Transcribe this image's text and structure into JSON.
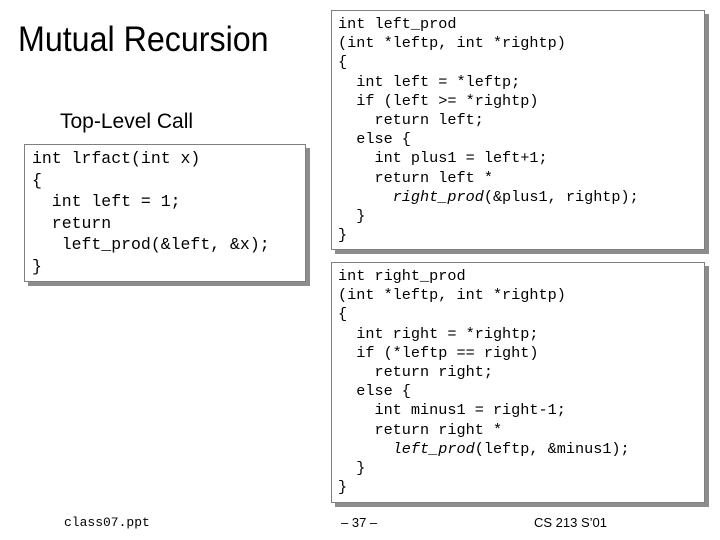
{
  "slide": {
    "title": "Mutual Recursion",
    "subtitle": "Top-Level Call"
  },
  "code_lrfact": {
    "lines": [
      "int lrfact(int x)",
      "{",
      "  int left = 1;",
      "  return",
      "   left_prod(&left, &x);",
      "}"
    ]
  },
  "code_left_prod": {
    "lines": [
      "int left_prod",
      "(int *leftp, int *rightp)",
      "{",
      "  int left = *leftp;",
      "  if (left >= *rightp)",
      "    return left;",
      "  else {",
      "    int plus1 = left+1;",
      "    return left *",
      "      ",
      "  }",
      "}"
    ],
    "call_name": "right_prod",
    "call_args": "(&plus1, rightp);"
  },
  "code_right_prod": {
    "lines": [
      "int right_prod",
      "(int *leftp, int *rightp)",
      "{",
      "  int right = *rightp;",
      "  if (*leftp == right)",
      "    return right;",
      "  else {",
      "    int minus1 = right-1;",
      "    return right *",
      "      ",
      "  }",
      "}"
    ],
    "call_name": "left_prod",
    "call_args": "(leftp, &minus1);"
  },
  "footer": {
    "left": "class07.ppt",
    "center": "– 37 –",
    "right": "CS 213 S’01"
  }
}
